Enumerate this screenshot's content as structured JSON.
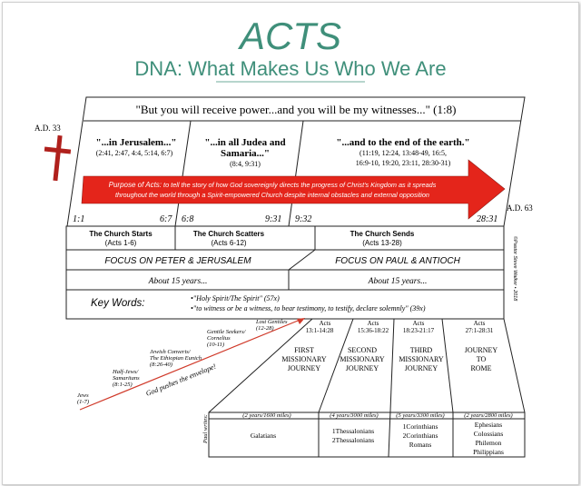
{
  "header": {
    "title": "ACTS",
    "subtitle": "DNA: What Makes Us Who We Are"
  },
  "colors": {
    "title_teal": "#3f8f7a",
    "arrow_red": "#e4251b",
    "cross_red": "#b0201c",
    "line": "#222222"
  },
  "timeline": {
    "start_label": "A.D. 33",
    "end_label": "A.D. 63",
    "quote": "\"But you will receive power...and you will be my witnesses...\" (1:8)",
    "regions": [
      {
        "title": "\"...in Jerusalem...\"",
        "refs": "(2:41, 2:47, 4:4, 5:14, 6:7)"
      },
      {
        "title": "\"...in all Judea and",
        "title2": "Samaria...\"",
        "refs": "(8:4, 9:31)"
      },
      {
        "title": "\"...and to the end of the earth.\"",
        "refs": "(11:19, 12:24, 13:48-49, 16:5,",
        "refs2": "16:9-10, 19:20, 23:11, 28:30-31)"
      }
    ],
    "purpose_label": "Purpose of Acts:",
    "purpose_line1": " to  tell the story of how God sovereignly directs the progress of Christ's Kingdom as it spreads",
    "purpose_line2": "throughout the world through a Spirit-empowered Church despite internal obstacles and external opposition",
    "verses": [
      "1:1",
      "6:7",
      "6:8",
      "9:31",
      "9:32",
      "28:31"
    ]
  },
  "table": {
    "sections": [
      {
        "title": "The Church Starts",
        "refs": "(Acts 1-6)"
      },
      {
        "title": "The Church Scatters",
        "refs": "(Acts 6-12)"
      },
      {
        "title": "The Church Sends",
        "refs": "(Acts 13-28)"
      }
    ],
    "focus_left": "FOCUS ON PETER & JERUSALEM",
    "focus_right": "FOCUS ON PAUL & ANTIOCH",
    "years_left": "About 15 years...",
    "years_right": "About 15 years...",
    "key_words_label": "Key Words:",
    "key_words": [
      "•\"Holy Spirit/The Spirit\" (57x)",
      "•\"to witness or be a witness, to bear testimony, to testify, declare solemnly\" (39x)"
    ],
    "copyright": "©Pastor Steve Walker  •  2018"
  },
  "expansion": {
    "steps": [
      {
        "line1": "Jews",
        "line2": "(1-7)"
      },
      {
        "line1": "Half-Jews/",
        "line2": "Samaritans",
        "line3": "(8:1-25)"
      },
      {
        "line1": "Jewish Converts/",
        "line2": "The Ethiopian Eunich",
        "line3": "(8:26-40)"
      },
      {
        "line1": "Gentile Seekers/",
        "line2": "Cornelius",
        "line3": "(10-11)"
      },
      {
        "line1": "Lost Gentiles",
        "line2": "(12-28)"
      }
    ],
    "arrow_label": "God pushes the envelope!"
  },
  "journeys": [
    {
      "acts": "Acts",
      "refs": "13:1-14:28",
      "name": [
        "FIRST",
        "MISSIONARY",
        "JOURNEY"
      ],
      "distance": "(2 years/1600 miles)",
      "letters": [
        "Galatians"
      ]
    },
    {
      "acts": "Acts",
      "refs": "15:36-18:22",
      "name": [
        "SECOND",
        "MISSIONARY",
        "JOURNEY"
      ],
      "distance": "(4 years/3000 miles)",
      "letters": [
        "1Thessalonians",
        "2Thessalonians"
      ]
    },
    {
      "acts": "Acts",
      "refs": "18:23-21:17",
      "name": [
        "THIRD",
        "MISSIONARY",
        "JOURNEY"
      ],
      "distance": "(5 years/3300 miles)",
      "letters": [
        "1Corinthians",
        "2Corinthians",
        "Romans"
      ]
    },
    {
      "acts": "Acts",
      "refs": "27:1-28:31",
      "name": [
        "JOURNEY",
        "TO",
        "ROME"
      ],
      "distance": "(2 years/2800 miles)",
      "letters": [
        "Ephesians",
        "Colossians",
        "Philemon",
        "Philippians"
      ]
    }
  ],
  "paul_writes": "Paul writes:"
}
